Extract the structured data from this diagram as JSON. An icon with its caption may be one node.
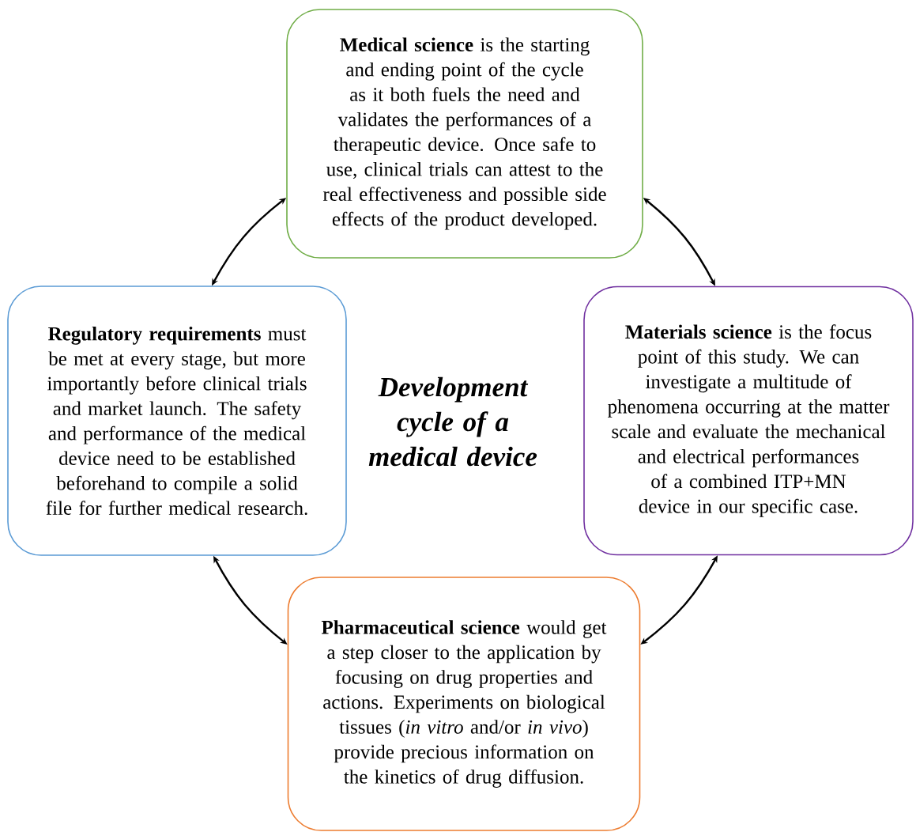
{
  "diagram": {
    "title": "Development cycle of a medical device",
    "nodes": [
      {
        "text": [
          "**Medical science** is the starting and ending point of the cycle as it both fuels the need and validates the performances of a therapeutic device. Once safe to use, clinical trials can attest to the real effectiveness and possible side effects of the product developed."
        ]
      },
      {
        "text": [
          "**Regulatory requirements** must be met at every stage, but more importantly before clinical trials and market launch. The safety and performance of the medical device need to be established beforehand to compile a solid file for further medical research."
        ]
      },
      {
        "text": [
          "**Materials science** is the focus point of this study. We can investigate a multitude of phenomena occurring at the matter scale and evaluate the mechanical and electrical performances of a combined ITP+MN device in our specific case."
        ]
      },
      {
        "text": [
          "**Pharmaceutical science** would get a step closer to the application by focusing on drug properties and actions. Experiments on biological tissues (*in vitro* and/or *in vivo*) provide precious information on the kinetics of drug diffusion."
        ]
      }
    ],
    "edges": [
      {
        "from": 0,
        "to": 1,
        "arrow": "both"
      },
      {
        "from": 0,
        "to": 2,
        "arrow": "both"
      },
      {
        "from": 2,
        "to": 3,
        "arrow": "both"
      },
      {
        "from": 1,
        "to": 3,
        "arrow": "both"
      }
    ]
  }
}
